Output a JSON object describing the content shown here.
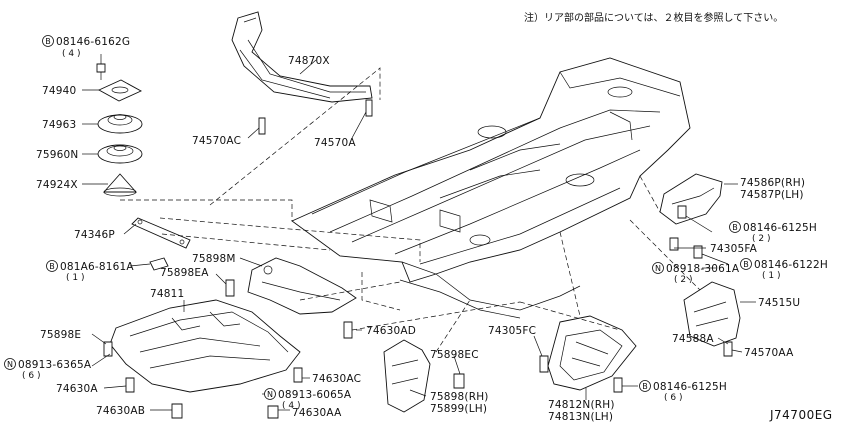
{
  "note": "注）リア部の部品については、２枚目を参照して下さい。",
  "diagram_code": "J74700EG",
  "labels": {
    "p08146_6162g": "08146-6162G",
    "p08146_6162g_qty": "( 4 )",
    "p74940": "74940",
    "p74963": "74963",
    "p75960n": "75960N",
    "p74924x": "74924X",
    "p74870x": "74870X",
    "p74570ac": "74570AC",
    "p74570a": "74570A",
    "p74346p": "74346P",
    "p081a6_8161a": "081A6-8161A",
    "p081a6_8161a_qty": "( 1 )",
    "p75898m": "75898M",
    "p75898ea": "75898EA",
    "p74811": "74811",
    "p75898e": "75898E",
    "p08913_6365a": "08913-6365A",
    "p08913_6365a_qty": "( 6 )",
    "p74630a": "74630A",
    "p74630ab": "74630AB",
    "p74630ad": "74630AD",
    "p74630ac": "74630AC",
    "p08913_6065a": "08913-6065A",
    "p08913_6065a_qty": "( 4 )",
    "p74630aa": "74630AA",
    "p74305fc": "74305FC",
    "p75898ec": "75898EC",
    "p75898_rh": "75898(RH)",
    "p75899_lh": "75899(LH)",
    "p74812n_rh": "74812N(RH)",
    "p74813n_lh": "74813N(LH)",
    "p08146_6125h_b": "08146-6125H",
    "p08146_6125h_b_qty": "( 6 )",
    "p74586p_rh": "74586P(RH)",
    "p74587p_lh": "74587P(LH)",
    "p08146_6125h_a": "08146-6125H",
    "p08146_6125h_a_qty": "( 2 )",
    "p74305fa": "74305FA",
    "p08918_3061a": "08918-3061A",
    "p08918_3061a_qty": "( 2 )",
    "p08146_6122h": "08146-6122H",
    "p08146_6122h_qty": "( 1 )",
    "p74515u": "74515U",
    "p74588a": "74588A",
    "p74570aa": "74570AA"
  },
  "markers": {
    "bolt": "B",
    "nut": "N"
  }
}
